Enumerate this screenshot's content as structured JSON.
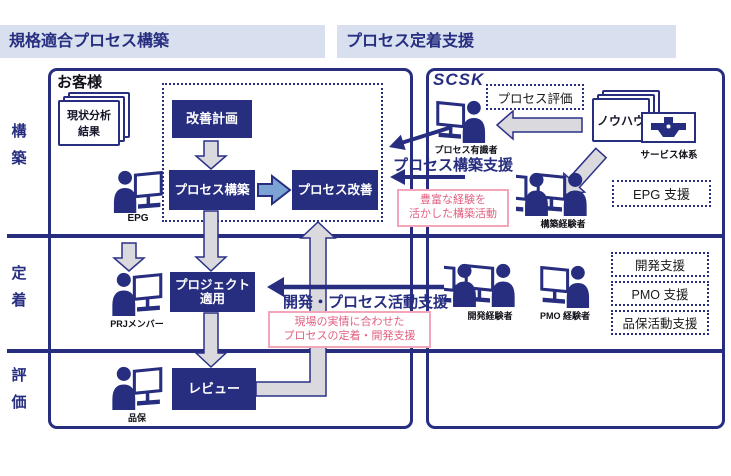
{
  "headers": {
    "left": "規格適合プロセス構築",
    "right": "プロセス定着支援"
  },
  "phases": {
    "build": "構築",
    "establish": "定着",
    "evaluate": "評価"
  },
  "customer": {
    "title": "お客様",
    "analysis_doc": {
      "lines": [
        "現状分析",
        "結果"
      ]
    },
    "steps": {
      "plan": "改善計画",
      "build": "プロセス構築",
      "improve": "プロセス改善",
      "apply": {
        "lines": [
          "プロジェクト",
          "適用"
        ]
      },
      "review": "レビュー"
    },
    "roles": {
      "epg": "EPG",
      "prj": "PRJメンバー",
      "qa": "品保"
    }
  },
  "scsk": {
    "title": "SCSK",
    "process_eval": "プロセス評価",
    "knowhow": "ノウハウ",
    "service_system": "サービス体系",
    "epg_support": "EPG 支援",
    "roles": {
      "expert": "プロセス有識者",
      "build": "構築経験者",
      "dev": "開発経験者",
      "pmo": "PMO 経験者"
    },
    "flows": {
      "build_support": "プロセス構築支援",
      "dev_support": "開発・プロセス活動支援"
    },
    "support_boxes": [
      "開発支援",
      "PMO 支援",
      "品保活動支援"
    ],
    "notes": {
      "build": {
        "lines": [
          "豊富な経験を",
          "活かした構築活動"
        ]
      },
      "establish": {
        "lines": [
          "現場の実情に合わせた",
          "プロセスの定着・開発支援"
        ]
      }
    }
  },
  "colors": {
    "navy": "#272E80",
    "header_bg": "#D8E0F0",
    "gray_arrow": "#D9D9DE",
    "blue_arrow": "#7BA3D4",
    "pink_border": "#F2A6BA",
    "pink_text": "#E26080"
  }
}
